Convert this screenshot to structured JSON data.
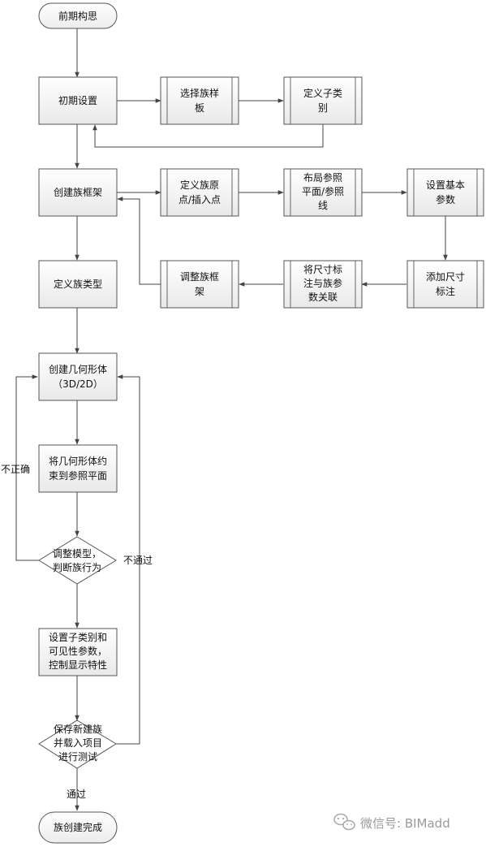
{
  "nodes": {
    "start": "前期构思",
    "initial_setup": "初期设置",
    "choose_template": [
      "选择族样",
      "板"
    ],
    "define_subcategory": [
      "定义子类",
      "别"
    ],
    "create_framework": "创建族框架",
    "define_origin": [
      "定义族原",
      "点/插入点"
    ],
    "layout_ref_planes": [
      "布局参照",
      "平面/参照",
      "线"
    ],
    "set_basic_params": [
      "设置基本",
      "参数"
    ],
    "add_dimensions": [
      "添加尺寸",
      "标注"
    ],
    "link_dimensions": [
      "将尺寸标",
      "注与族参",
      "数关联"
    ],
    "adjust_framework": [
      "调整族框",
      "架"
    ],
    "define_family_types": "定义族类型",
    "create_geometry": [
      "创建几何形体",
      "（3D/2D）"
    ],
    "constrain_geometry": [
      "将几何形体约",
      "束到参照平面"
    ],
    "adjust_model": [
      "调整模型，",
      "判断族行为"
    ],
    "set_visibility": [
      "设置子类别和",
      "可见性参数，",
      "控制显示特性"
    ],
    "save_and_test": [
      "保存新建族",
      "并载入项目",
      "进行测试"
    ],
    "end": "族创建完成"
  },
  "edge_labels": {
    "incorrect": "不正确",
    "failed": "不通过",
    "passed": "通过"
  },
  "watermark": {
    "text": "微信号: BIMadd",
    "icon": "wechat-icon"
  }
}
